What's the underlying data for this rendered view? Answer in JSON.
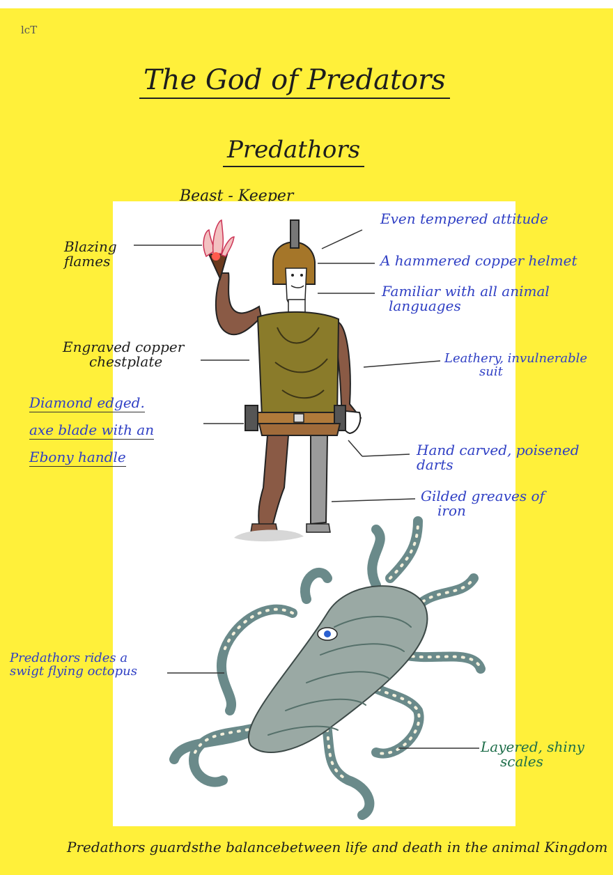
{
  "corner_mark": "lcT",
  "title": "The God of Predators",
  "name": "Predathors",
  "role": "Beast - Keeper",
  "labels": {
    "blazing_flames": [
      "Blazing",
      "flames"
    ],
    "even_tempered": "Even tempered attitude",
    "copper_helmet": "A hammered copper helmet",
    "animal_languages": [
      "Familiar with all animal",
      "languages"
    ],
    "chestplate": [
      "Engraved copper",
      "chestplate"
    ],
    "leathery_suit": [
      "Leathery, invulnerable",
      "suit"
    ],
    "axe": [
      "Diamond edged.",
      "axe blade with an",
      "Ebony handle"
    ],
    "darts": [
      "Hand carved, poisened",
      "darts"
    ],
    "greaves": [
      "Gilded greaves of",
      "iron"
    ],
    "octopus": [
      "Predathors rides a",
      "swigt flying octopus"
    ],
    "scales": [
      "Layered, shiny",
      "scales"
    ]
  },
  "footer": "Predathors guardsthe balancebetween life and death in the animal Kingdom"
}
